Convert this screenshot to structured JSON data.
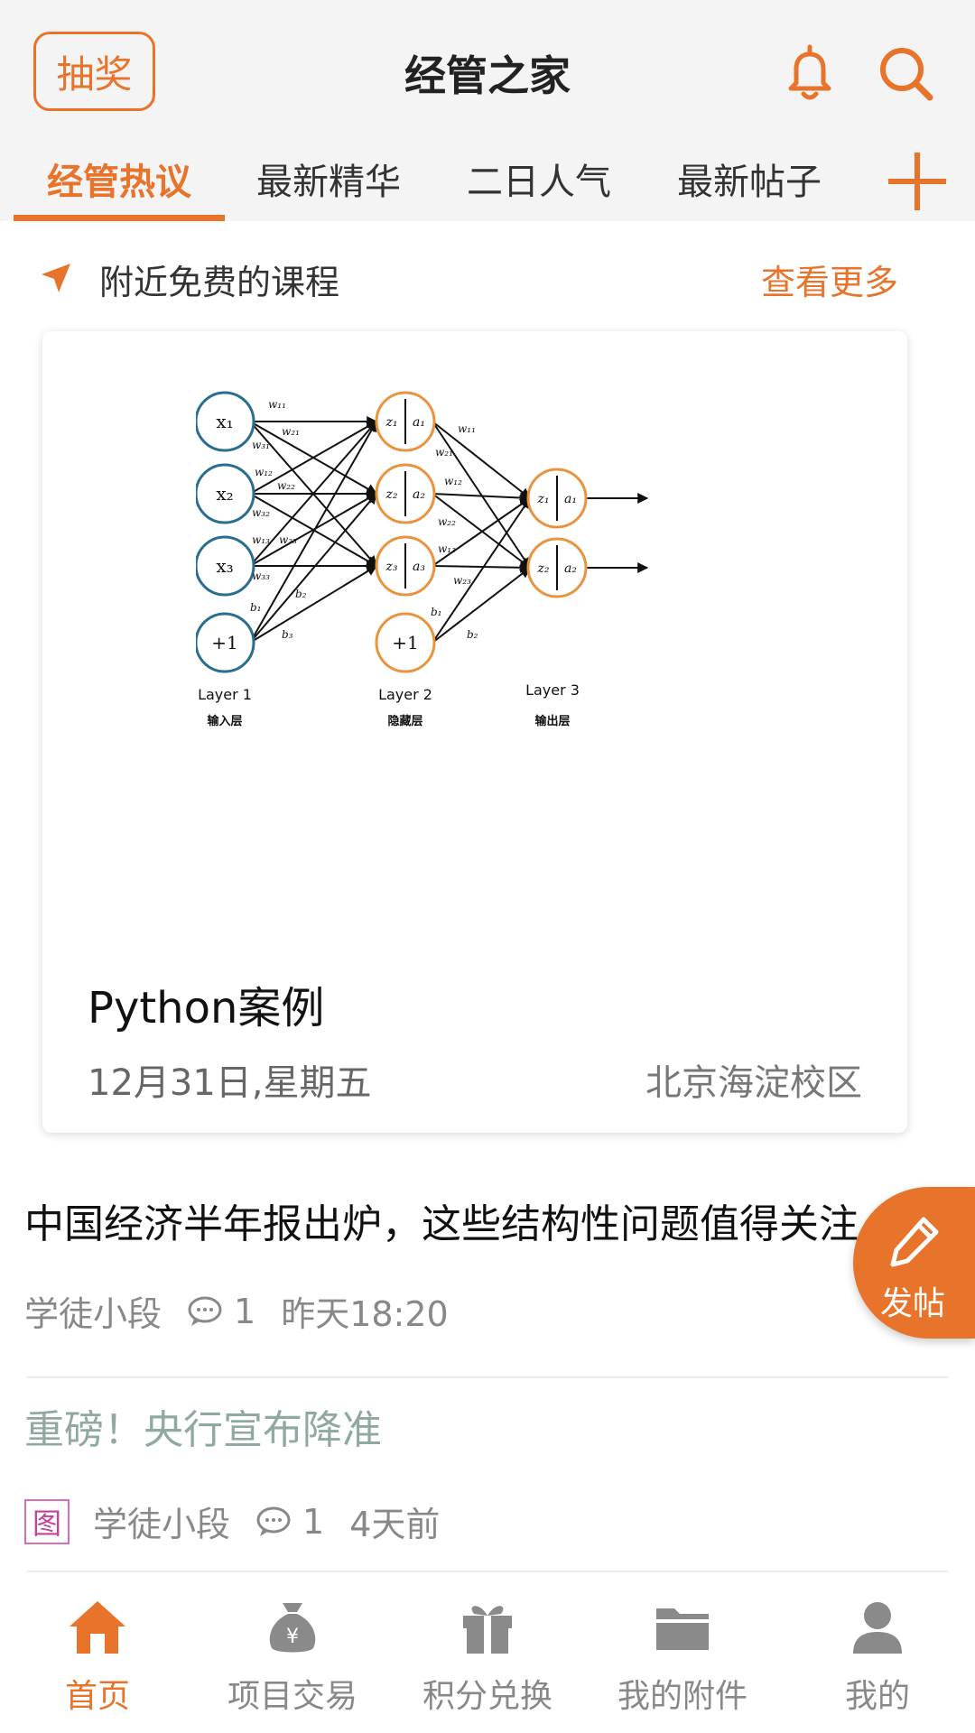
{
  "header": {
    "lottery_label": "抽奖",
    "title": "经管之家",
    "tabs": [
      "经管热议",
      "最新精华",
      "二日人气",
      "最新帖子"
    ],
    "active_tab": 0
  },
  "nearby": {
    "label": "附近免费的课程",
    "see_more": "查看更多"
  },
  "course": {
    "figure": {
      "layer1_nodes": [
        "x1",
        "x2",
        "x3",
        "+1"
      ],
      "layer2_nodes": [
        "z1(2) | a1(2)",
        "z2(2) | a2(2)",
        "z3(2) | a3(2)",
        "+1"
      ],
      "layer3_nodes": [
        "z1(3) | a1(3)",
        "z2(3) | a2(3)"
      ],
      "layer_labels": [
        "Layer 1",
        "Layer 2",
        "Layer 3"
      ],
      "layer_names": [
        "输入层",
        "隐藏层",
        "输出层"
      ]
    },
    "title": "Python案例",
    "date": "12月31日,星期五",
    "location": "北京海淀校区"
  },
  "posts": [
    {
      "title": "中国经济半年报出炉，这些结构性问题值得关注",
      "author": "学徒小段",
      "comments": "1",
      "time": "昨天18:20"
    },
    {
      "title": "重磅！央行宣布降准",
      "badge": "图",
      "author": "学徒小段",
      "comments": "1",
      "time": "4天前"
    }
  ],
  "fab": {
    "label": "发帖"
  },
  "bottom_nav": [
    {
      "label": "首页",
      "icon": "home-icon"
    },
    {
      "label": "项目交易",
      "icon": "money-bag-icon"
    },
    {
      "label": "积分兑换",
      "icon": "gift-icon"
    },
    {
      "label": "我的附件",
      "icon": "folder-icon"
    },
    {
      "label": "我的",
      "icon": "user-icon"
    }
  ],
  "colors": {
    "accent": "#e8732a",
    "inactive": "#8a8a8a",
    "faded_title": "#8fa8a2"
  }
}
